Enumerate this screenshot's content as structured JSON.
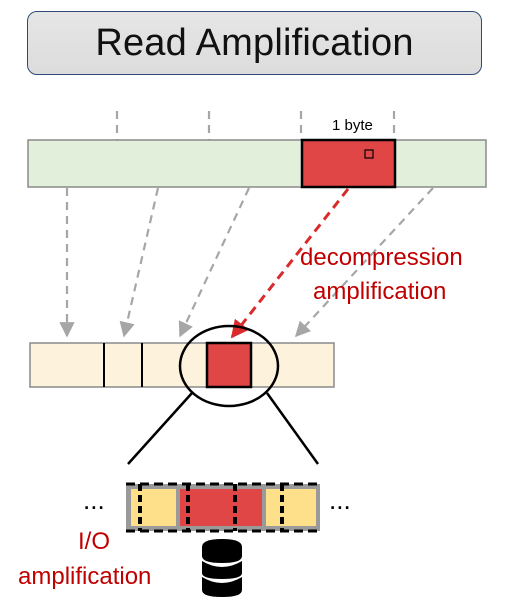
{
  "title": "Read Amplification",
  "labels": {
    "one_byte": "1 byte",
    "decompression_line1": "decompression",
    "decompression_line2": "amplification",
    "io_line1": "I/O",
    "io_line2": "amplification",
    "ellipsis_left": "...",
    "ellipsis_right": "..."
  },
  "colors": {
    "top_bar_fill": "#e2efda",
    "mid_bar_fill": "#fdf2dc",
    "highlight_red": "#e04646",
    "disk_block_yellow": "#ffe08a",
    "accent_red_text": "#c00000",
    "dashed_gray": "#a6a6a6"
  },
  "icons": {
    "storage": "database-icon"
  }
}
